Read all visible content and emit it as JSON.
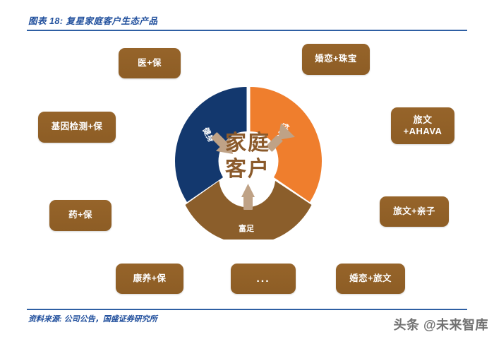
{
  "header": {
    "title": "图表 18: 复星家庭客户生态产品"
  },
  "footer": {
    "source": "资料来源: 公司公告，国盛证券研究所",
    "watermark": "头条 @未来智库"
  },
  "diagram": {
    "center": {
      "line1": "家庭",
      "line2": "客户"
    },
    "segments": [
      {
        "id": "health",
        "label": "健身",
        "color": "#13386E",
        "name": "donut-segment-health"
      },
      {
        "id": "joy",
        "label": "快乐",
        "color": "#EF7E2D",
        "name": "donut-segment-joy"
      },
      {
        "id": "wealth",
        "label": "富足",
        "color": "#8B5E2B",
        "name": "donut-segment-wealth"
      }
    ],
    "arrow_color": "#BFA286",
    "box_color": "#92601F",
    "boxes": [
      {
        "id": "yi-bao",
        "label": "医+保"
      },
      {
        "id": "hunlian-zhubao",
        "label": "婚恋+珠宝"
      },
      {
        "id": "jiyin-bao",
        "label": "基因检测+保"
      },
      {
        "id": "lvwen-ahava",
        "label": "旅文\n+AHAVA"
      },
      {
        "id": "yao-bao",
        "label": "药+保"
      },
      {
        "id": "lvwen-qinzi",
        "label": "旅文+亲子"
      },
      {
        "id": "kangyang-bao",
        "label": "康养+保"
      },
      {
        "id": "ellipsis",
        "label": "..."
      },
      {
        "id": "hunlian-lvwen",
        "label": "婚恋+旅文"
      }
    ]
  },
  "colors": {
    "accent_blue": "#1F4E9C",
    "rule_blue": "#2E5FA3",
    "navy": "#13386E",
    "orange": "#EF7E2D",
    "brown": "#8B5E2B",
    "box_brown": "#92601F",
    "center_text": "#8B5A2B"
  }
}
